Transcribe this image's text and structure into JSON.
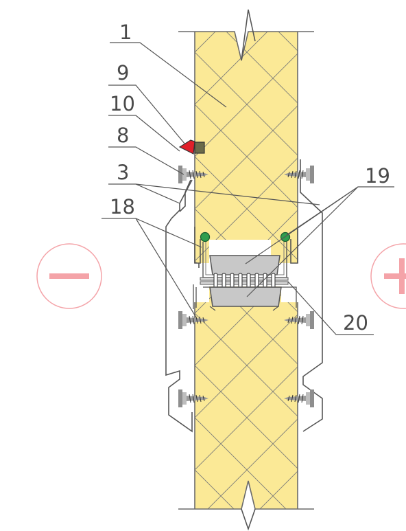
{
  "labels": {
    "l1": "1",
    "l9": "9",
    "l10": "10",
    "l8": "8",
    "l3": "3",
    "l18": "18",
    "l19": "19",
    "l20": "20"
  },
  "symbols": {
    "left_side": "minus",
    "right_side": "plus"
  },
  "colors": {
    "insulation": "#fbe996",
    "sign": "#f4a3a8",
    "seal": "#e0202a",
    "gasket": "#2e9e4e",
    "bracket": "#c8c8c8"
  }
}
